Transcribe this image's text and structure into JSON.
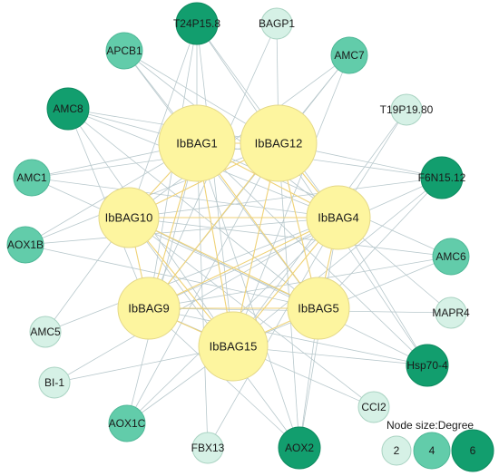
{
  "colors": {
    "bag_fill": "#fdf59f",
    "bag_stroke": "#e4d888",
    "degree_2": "#d6f1e6",
    "degree_4": "#62ccaa",
    "degree_6": "#129e6e",
    "edge_grey": "#b8c8cc",
    "edge_yellow": "#efd277"
  },
  "nodes": [
    {
      "id": "IbBAG1",
      "label": "IbBAG1",
      "group": "bag"
    },
    {
      "id": "IbBAG12",
      "label": "IbBAG12",
      "group": "bag"
    },
    {
      "id": "IbBAG10",
      "label": "IbBAG10",
      "group": "bag"
    },
    {
      "id": "IbBAG4",
      "label": "IbBAG4",
      "group": "bag"
    },
    {
      "id": "IbBAG9",
      "label": "IbBAG9",
      "group": "bag"
    },
    {
      "id": "IbBAG5",
      "label": "IbBAG5",
      "group": "bag"
    },
    {
      "id": "IbBAG15",
      "label": "IbBAG15",
      "group": "bag"
    },
    {
      "id": "T24P15.8",
      "label": "T24P15.8",
      "degree": 6
    },
    {
      "id": "BAGP1",
      "label": "BAGP1",
      "degree": 2
    },
    {
      "id": "APCB1",
      "label": "APCB1",
      "degree": 4
    },
    {
      "id": "AMC7",
      "label": "AMC7",
      "degree": 4
    },
    {
      "id": "AMC8",
      "label": "AMC8",
      "degree": 6
    },
    {
      "id": "T19P19.80",
      "label": "T19P19.80",
      "degree": 2
    },
    {
      "id": "AMC1",
      "label": "AMC1",
      "degree": 4
    },
    {
      "id": "F6N15.12",
      "label": "F6N15.12",
      "degree": 6
    },
    {
      "id": "AOX1B",
      "label": "AOX1B",
      "degree": 4
    },
    {
      "id": "AMC6",
      "label": "AMC6",
      "degree": 4
    },
    {
      "id": "MAPR4",
      "label": "MAPR4",
      "degree": 2
    },
    {
      "id": "AMC5",
      "label": "AMC5",
      "degree": 2
    },
    {
      "id": "Hsp70-4",
      "label": "Hsp70-4",
      "degree": 6
    },
    {
      "id": "BI-1",
      "label": "BI-1",
      "degree": 2
    },
    {
      "id": "CCI2",
      "label": "CCI2",
      "degree": 2
    },
    {
      "id": "AOX1C",
      "label": "AOX1C",
      "degree": 4
    },
    {
      "id": "FBX13",
      "label": "FBX13",
      "degree": 2
    },
    {
      "id": "AOX2",
      "label": "AOX2",
      "degree": 6
    }
  ],
  "edges_yellow": [
    [
      "IbBAG1",
      "IbBAG12"
    ],
    [
      "IbBAG1",
      "IbBAG10"
    ],
    [
      "IbBAG1",
      "IbBAG4"
    ],
    [
      "IbBAG1",
      "IbBAG9"
    ],
    [
      "IbBAG1",
      "IbBAG5"
    ],
    [
      "IbBAG1",
      "IbBAG15"
    ],
    [
      "IbBAG12",
      "IbBAG10"
    ],
    [
      "IbBAG12",
      "IbBAG4"
    ],
    [
      "IbBAG12",
      "IbBAG9"
    ],
    [
      "IbBAG12",
      "IbBAG5"
    ],
    [
      "IbBAG12",
      "IbBAG15"
    ],
    [
      "IbBAG10",
      "IbBAG4"
    ],
    [
      "IbBAG10",
      "IbBAG9"
    ],
    [
      "IbBAG10",
      "IbBAG5"
    ],
    [
      "IbBAG10",
      "IbBAG15"
    ],
    [
      "IbBAG4",
      "IbBAG9"
    ],
    [
      "IbBAG4",
      "IbBAG5"
    ],
    [
      "IbBAG4",
      "IbBAG15"
    ],
    [
      "IbBAG9",
      "IbBAG5"
    ],
    [
      "IbBAG9",
      "IbBAG15"
    ],
    [
      "IbBAG5",
      "IbBAG15"
    ]
  ],
  "edges_grey": [
    [
      "T24P15.8",
      "IbBAG1"
    ],
    [
      "T24P15.8",
      "IbBAG12"
    ],
    [
      "T24P15.8",
      "IbBAG10"
    ],
    [
      "T24P15.8",
      "IbBAG4"
    ],
    [
      "T24P15.8",
      "IbBAG9"
    ],
    [
      "T24P15.8",
      "IbBAG15"
    ],
    [
      "BAGP1",
      "IbBAG12"
    ],
    [
      "BAGP1",
      "IbBAG9"
    ],
    [
      "APCB1",
      "IbBAG1"
    ],
    [
      "APCB1",
      "IbBAG12"
    ],
    [
      "APCB1",
      "IbBAG4"
    ],
    [
      "APCB1",
      "IbBAG5"
    ],
    [
      "AMC7",
      "IbBAG12"
    ],
    [
      "AMC7",
      "IbBAG10"
    ],
    [
      "AMC7",
      "IbBAG9"
    ],
    [
      "AMC7",
      "IbBAG15"
    ],
    [
      "AMC8",
      "IbBAG1"
    ],
    [
      "AMC8",
      "IbBAG12"
    ],
    [
      "AMC8",
      "IbBAG4"
    ],
    [
      "AMC8",
      "IbBAG9"
    ],
    [
      "AMC8",
      "IbBAG5"
    ],
    [
      "AMC8",
      "IbBAG15"
    ],
    [
      "T19P19.80",
      "IbBAG4"
    ],
    [
      "T19P19.80",
      "IbBAG15"
    ],
    [
      "AMC1",
      "IbBAG1"
    ],
    [
      "AMC1",
      "IbBAG4"
    ],
    [
      "AMC1",
      "IbBAG5"
    ],
    [
      "AMC1",
      "IbBAG12"
    ],
    [
      "F6N15.12",
      "IbBAG1"
    ],
    [
      "F6N15.12",
      "IbBAG12"
    ],
    [
      "F6N15.12",
      "IbBAG10"
    ],
    [
      "F6N15.12",
      "IbBAG9"
    ],
    [
      "F6N15.12",
      "IbBAG5"
    ],
    [
      "F6N15.12",
      "IbBAG15"
    ],
    [
      "AOX1B",
      "IbBAG1"
    ],
    [
      "AOX1B",
      "IbBAG12"
    ],
    [
      "AOX1B",
      "IbBAG4"
    ],
    [
      "AOX1B",
      "IbBAG5"
    ],
    [
      "AMC6",
      "IbBAG10"
    ],
    [
      "AMC6",
      "IbBAG9"
    ],
    [
      "AMC6",
      "IbBAG15"
    ],
    [
      "AMC6",
      "IbBAG1"
    ],
    [
      "MAPR4",
      "IbBAG4"
    ],
    [
      "MAPR4",
      "IbBAG9"
    ],
    [
      "AMC5",
      "IbBAG10"
    ],
    [
      "AMC5",
      "IbBAG4"
    ],
    [
      "Hsp70-4",
      "IbBAG1"
    ],
    [
      "Hsp70-4",
      "IbBAG12"
    ],
    [
      "Hsp70-4",
      "IbBAG10"
    ],
    [
      "Hsp70-4",
      "IbBAG4"
    ],
    [
      "Hsp70-4",
      "IbBAG9"
    ],
    [
      "Hsp70-4",
      "IbBAG15"
    ],
    [
      "BI-1",
      "IbBAG4"
    ],
    [
      "BI-1",
      "IbBAG15"
    ],
    [
      "CCI2",
      "IbBAG10"
    ],
    [
      "CCI2",
      "IbBAG9"
    ],
    [
      "AOX1C",
      "IbBAG1"
    ],
    [
      "AOX1C",
      "IbBAG4"
    ],
    [
      "AOX1C",
      "IbBAG15"
    ],
    [
      "AOX1C",
      "IbBAG12"
    ],
    [
      "FBX13",
      "IbBAG1"
    ],
    [
      "FBX13",
      "IbBAG4"
    ],
    [
      "AOX2",
      "IbBAG1"
    ],
    [
      "AOX2",
      "IbBAG12"
    ],
    [
      "AOX2",
      "IbBAG10"
    ],
    [
      "AOX2",
      "IbBAG4"
    ],
    [
      "AOX2",
      "IbBAG9"
    ],
    [
      "AOX2",
      "IbBAG5"
    ]
  ],
  "legend": {
    "title": "Node size:Degree",
    "items": [
      {
        "label": "2",
        "degree": 2
      },
      {
        "label": "4",
        "degree": 4
      },
      {
        "label": "6",
        "degree": 6
      }
    ]
  }
}
